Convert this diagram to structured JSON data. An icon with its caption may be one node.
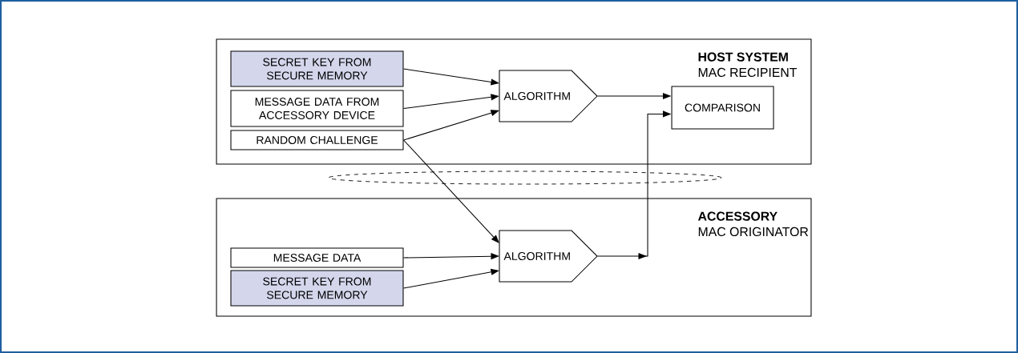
{
  "diagram": {
    "nodes": [
      {
        "text": [
          "HOST SYSTEM",
          "MAC RECIPIENT"
        ]
      },
      {
        "text": [
          "SECRET KEY FROM SECURE MEMORY"
        ],
        "in": 0
      },
      {
        "text": [
          "MESSAGE DATA FROM ACCESSORY DEVICE"
        ],
        "in": 0
      },
      {
        "text": [
          "RANDOM CHALLENGE"
        ],
        "in": 0
      },
      {
        "text": [
          "ALGORITHM"
        ],
        "in": 0
      },
      {
        "text": [
          "COMPARISON"
        ],
        "in": 0
      },
      {
        "text": [
          "ACCESSORY",
          "MAC ORIGINATOR"
        ]
      },
      {
        "text": [
          "MESSAGE DATA"
        ],
        "in": 6
      },
      {
        "text": [
          "SECRET KEY FROM SECURE MEMORY"
        ],
        "in": 6
      },
      {
        "text": [
          "ALGORITHM"
        ],
        "in": 6
      },
      {
        "text": [],
        "shape": "ellipse"
      }
    ],
    "edges": [
      {
        "from": 1,
        "to": 4,
        "arrow": "to"
      },
      {
        "from": 2,
        "to": 4,
        "arrow": "to"
      },
      {
        "from": 3,
        "to": 4,
        "arrow": "to"
      },
      {
        "from": 4,
        "to": 5,
        "arrow": "to"
      },
      {
        "from": 3,
        "to": 9,
        "arrow": "to"
      },
      {
        "from": 7,
        "to": 9,
        "arrow": "to"
      },
      {
        "from": 8,
        "to": 9,
        "arrow": "to"
      },
      {
        "from": 9,
        "to": 5,
        "arrow": "to"
      }
    ]
  }
}
